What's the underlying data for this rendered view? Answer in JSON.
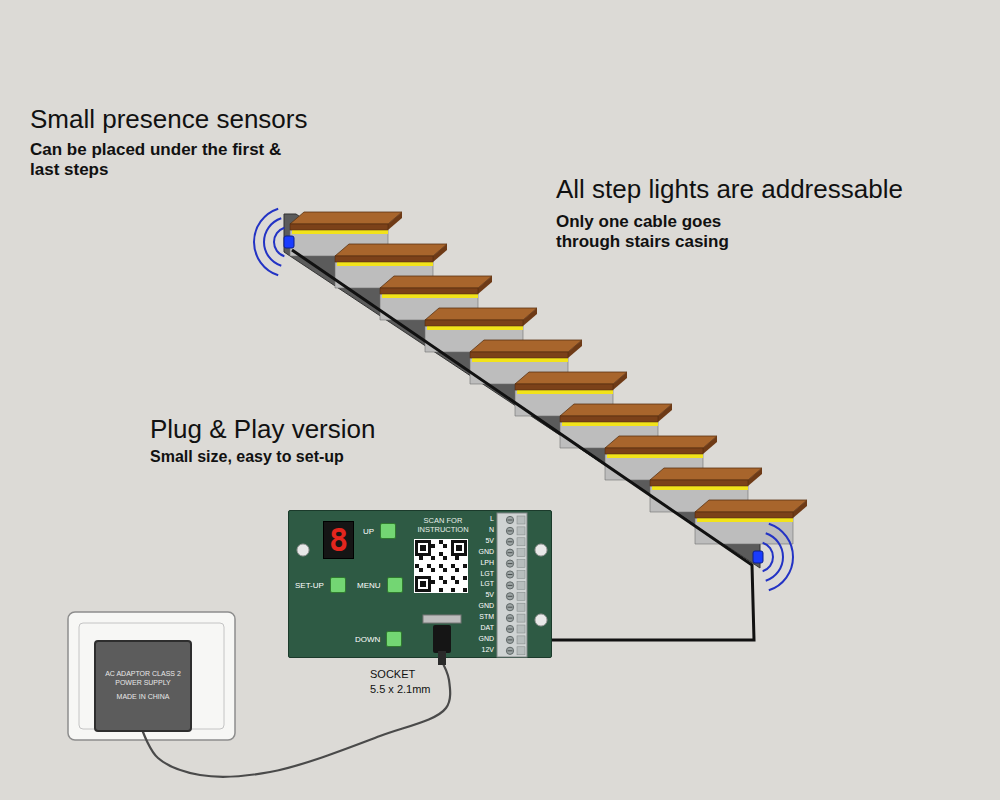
{
  "diagram": {
    "nodes": [
      {
        "text": [
          "SCAN FOR INSTRUCTION"
        ]
      },
      {
        "text": [
          "8"
        ],
        "in": 0
      },
      {
        "text": [
          "UP"
        ],
        "in": 0
      },
      {
        "text": [
          "SET-UP"
        ],
        "in": 0
      },
      {
        "text": [
          "MENU"
        ],
        "in": 0
      },
      {
        "text": [
          "DOWN"
        ],
        "in": 0
      },
      {
        "text": [
          "AC ADAPTOR CLASS 2 POWER SUPPLY",
          "MADE IN CHINA"
        ]
      }
    ],
    "edges": [
      {
        "from": 6,
        "to": 0,
        "arrow": "none"
      }
    ],
    "labels": [
      "Small presence sensors",
      "Can be placed under the first & last steps",
      "All step lights are addressable",
      "Only one cable goes through stairs casing",
      "Plug & Play version",
      "Small size, easy to set-up",
      "SOCKET",
      "5.5 x 2.1mm",
      "L",
      "N",
      "5V",
      "GND",
      "LPH",
      "LGT",
      "LGT",
      "5V",
      "GND",
      "STM",
      "DAT",
      "GND",
      "12V"
    ]
  }
}
